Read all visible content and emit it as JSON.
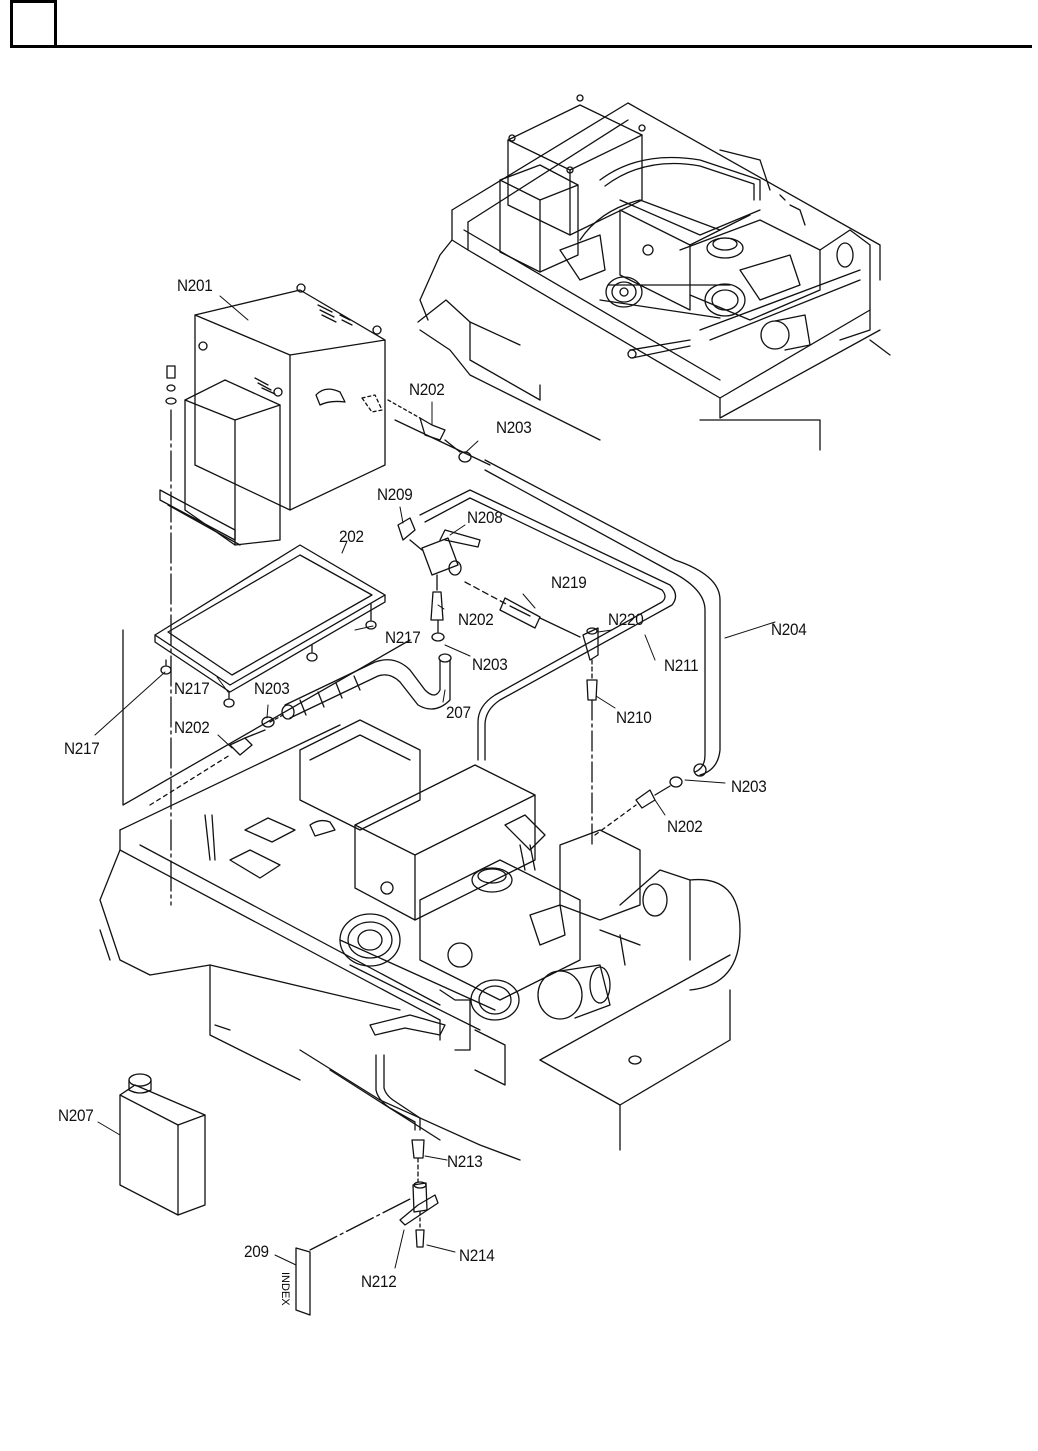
{
  "document": {
    "type": "exploded parts diagram",
    "header": {
      "box_text": "",
      "title": ""
    }
  },
  "labels": [
    {
      "id": "N201",
      "text": "N201"
    },
    {
      "id": "N202-top",
      "text": "N202"
    },
    {
      "id": "N203-top",
      "text": "N203"
    },
    {
      "id": "N209",
      "text": "N209"
    },
    {
      "id": "N208",
      "text": "N208"
    },
    {
      "id": "202",
      "text": "202"
    },
    {
      "id": "N219",
      "text": "N219"
    },
    {
      "id": "N202-mid",
      "text": "N202"
    },
    {
      "id": "N220",
      "text": "N220"
    },
    {
      "id": "N204",
      "text": "N204"
    },
    {
      "id": "N217-a",
      "text": "N217"
    },
    {
      "id": "N203-mid",
      "text": "N203"
    },
    {
      "id": "N211",
      "text": "N211"
    },
    {
      "id": "N217-b",
      "text": "N217"
    },
    {
      "id": "N203-left",
      "text": "N203"
    },
    {
      "id": "207",
      "text": "207"
    },
    {
      "id": "N210",
      "text": "N210"
    },
    {
      "id": "N202-left",
      "text": "N202"
    },
    {
      "id": "N217-c",
      "text": "N217"
    },
    {
      "id": "N203-right",
      "text": "N203"
    },
    {
      "id": "N202-right",
      "text": "N202"
    },
    {
      "id": "N207",
      "text": "N207"
    },
    {
      "id": "N213",
      "text": "N213"
    },
    {
      "id": "209",
      "text": "209"
    },
    {
      "id": "N214",
      "text": "N214"
    },
    {
      "id": "N212",
      "text": "N212"
    }
  ],
  "index_plate_text": "INDEX"
}
